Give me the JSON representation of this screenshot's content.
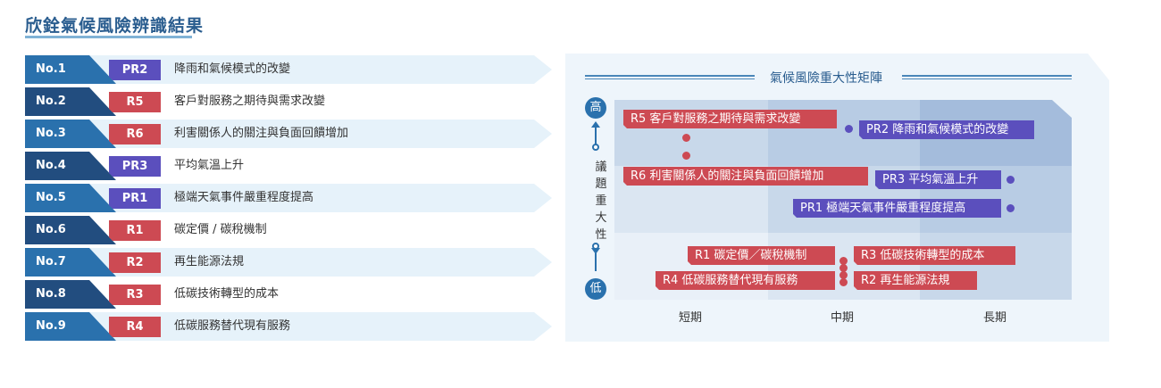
{
  "page_title": "欣銓氣候風險辨識結果",
  "rankings": [
    {
      "no": "No.1",
      "code": "PR2",
      "color": "purple",
      "label": "降雨和氣候模式的改變"
    },
    {
      "no": "No.2",
      "code": "R5",
      "color": "red",
      "label": "客戶對服務之期待與需求改變"
    },
    {
      "no": "No.3",
      "code": "R6",
      "color": "red",
      "label": "利害關係人的關注與負面回饋增加"
    },
    {
      "no": "No.4",
      "code": "PR3",
      "color": "purple",
      "label": "平均氣溫上升"
    },
    {
      "no": "No.5",
      "code": "PR1",
      "color": "purple",
      "label": "極端天氣事件嚴重程度提高"
    },
    {
      "no": "No.6",
      "code": "R1",
      "color": "red",
      "label": "碳定價 / 碳稅機制"
    },
    {
      "no": "No.7",
      "code": "R2",
      "color": "red",
      "label": "再生能源法規"
    },
    {
      "no": "No.8",
      "code": "R3",
      "color": "red",
      "label": "低碳技術轉型的成本"
    },
    {
      "no": "No.9",
      "code": "R4",
      "color": "red",
      "label": "低碳服務替代現有服務"
    }
  ],
  "matrix": {
    "title": "氣候風險重大性矩陣",
    "y_axis": {
      "high": "高",
      "low": "低",
      "label_chars": [
        "議",
        "題",
        "重",
        "大",
        "性"
      ]
    },
    "x_axis": {
      "ticks": [
        "短期",
        "中期",
        "長期"
      ]
    },
    "tags": {
      "r5": "R5 客戶對服務之期待與需求改變",
      "pr2": "PR2 降雨和氣候模式的改變",
      "r6": "R6 利害關係人的關注與負面回饋增加",
      "pr3": "PR3 平均氣溫上升",
      "pr1": "PR1 極端天氣事件嚴重程度提高",
      "r1": "R1 碳定價／碳稅機制",
      "r3": "R3 低碳技術轉型的成本",
      "r4": "R4 低碳服務替代現有服務",
      "r2": "R2 再生能源法規"
    }
  },
  "colors": {
    "purple": "#5b4fbd",
    "red": "#cd4a53",
    "navy": "#224d7f",
    "blue": "#2a71ad"
  }
}
